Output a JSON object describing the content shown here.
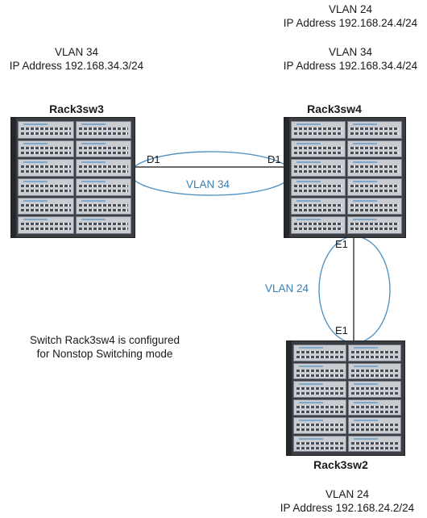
{
  "switches": {
    "sw3": {
      "name": "Rack3sw3",
      "vlan": "VLAN  34",
      "ip": "IP Address 192.168.34.3/24"
    },
    "sw4": {
      "name": "Rack3sw4",
      "vlan1": "VLAN  24",
      "ip1": "IP Address 192.168.24.4/24",
      "vlan2": "VLAN  34",
      "ip2": "IP Address 192.168.34.4/24"
    },
    "sw2": {
      "name": "Rack3sw2",
      "vlan": "VLAN  24",
      "ip": "IP Address 192.168.24.2/24"
    }
  },
  "links": {
    "d1_left": "D1",
    "d1_right": "D1",
    "vlan34": "VLAN 34",
    "e1_top": "E1",
    "e1_bottom": "E1",
    "vlan24": "VLAN 24"
  },
  "note": {
    "line1": "Switch Rack3sw4 is configured",
    "line2": "for Nonstop Switching mode"
  },
  "colors": {
    "vlan_link": "#4a8ec0",
    "cable": "#111111"
  }
}
